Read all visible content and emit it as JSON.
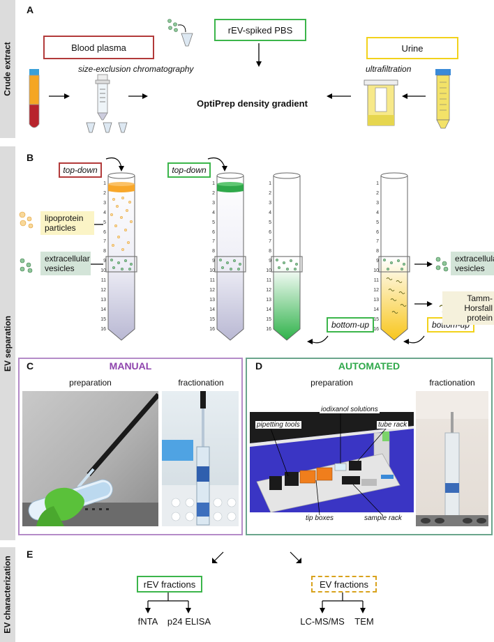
{
  "sections": {
    "crude": "Crude extract",
    "separation": "EV separation",
    "characterization": "EV characterization"
  },
  "panelA": {
    "label": "A",
    "blood_plasma": "Blood plasma",
    "spiked_pbs": "rEV-spiked PBS",
    "urine": "Urine",
    "sec": "size-exclusion chromatography",
    "ultrafiltration": "ultrafiltration",
    "optiprep": "OptiPrep density gradient"
  },
  "panelB": {
    "label": "B",
    "top_down_1": "top-down",
    "top_down_2": "top-down",
    "bottom_up_1": "bottom-up",
    "bottom_up_2": "bottom-up",
    "lipoprotein": "lipoprotein particles",
    "ev_left": "extracellular vesicles",
    "ev_right": "extracellular vesicles",
    "tamm": "Tamm-Horsfall protein",
    "ticks": [
      "1",
      "2",
      "3",
      "4",
      "5",
      "6",
      "7",
      "8",
      "9",
      "10",
      "11",
      "12",
      "13",
      "14",
      "15",
      "16"
    ]
  },
  "panelC": {
    "label": "C",
    "title": "MANUAL",
    "prep": "preparation",
    "frac": "fractionation"
  },
  "panelD": {
    "label": "D",
    "title": "AUTOMATED",
    "prep": "preparation",
    "frac": "fractionation",
    "pipetting": "pipetting tools",
    "iodixanol": "iodixanol solutions",
    "tube_rack": "tube rack",
    "tip_boxes": "tip boxes",
    "sample_rack": "sample rack"
  },
  "panelE": {
    "label": "E",
    "rev_fractions": "rEV fractions",
    "ev_fractions": "EV fractions",
    "fnta": "fNTA",
    "p24": "p24 ELISA",
    "lcms": "LC-MS/MS",
    "tem": "TEM"
  },
  "colors": {
    "red": "#b23a3a",
    "green": "#3bb54a",
    "yellow": "#f2d21b",
    "purple": "#8e44ad",
    "teal": "#5a9a7e",
    "orange": "#f5a623"
  }
}
